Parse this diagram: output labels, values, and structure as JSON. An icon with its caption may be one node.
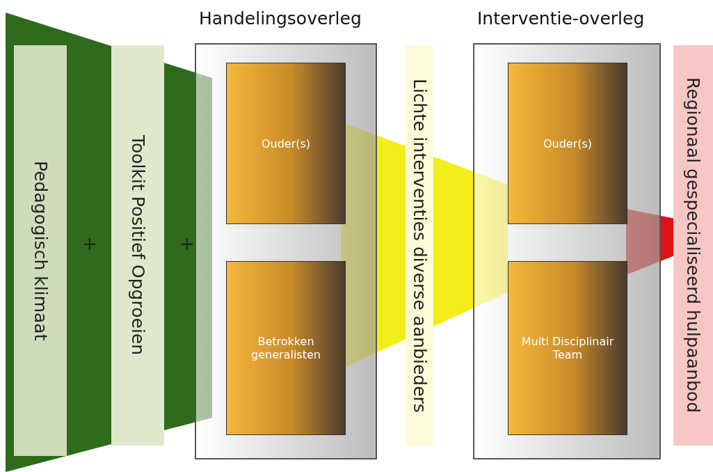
{
  "diagram": {
    "nodes": [
      {
        "text": [
          "Pedagogisch klimaat"
        ]
      },
      {
        "text": [
          "Toolkit Positief Opgroeien"
        ]
      },
      {
        "text": [
          "Handelingsoverleg"
        ]
      },
      {
        "text": [
          "Ouder(s)"
        ],
        "in": 2
      },
      {
        "text": [
          "Betrokken generalisten"
        ],
        "in": 2
      },
      {
        "text": [
          "Lichte interventies diverse aanbieders"
        ]
      },
      {
        "text": [
          "Interventie-overleg"
        ]
      },
      {
        "text": [
          "Ouder(s)"
        ],
        "in": 6
      },
      {
        "text": [
          "Multi Disciplinair Team"
        ],
        "in": 6
      },
      {
        "text": [
          "Regionaal gespecialiseerd hulpaanbod"
        ]
      }
    ],
    "labels": [
      "+",
      "+"
    ]
  }
}
